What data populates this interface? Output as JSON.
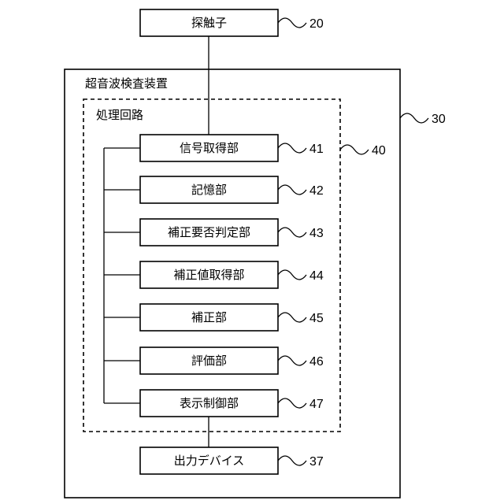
{
  "probe": {
    "label": "探触子",
    "ref": "20"
  },
  "device": {
    "title": "超音波検査装置",
    "ref": "30"
  },
  "circuit": {
    "title": "処理回路",
    "ref": "40"
  },
  "units": [
    {
      "label": "信号取得部",
      "ref": "41"
    },
    {
      "label": "記憶部",
      "ref": "42"
    },
    {
      "label": "補正要否判定部",
      "ref": "43"
    },
    {
      "label": "補正値取得部",
      "ref": "44"
    },
    {
      "label": "補正部",
      "ref": "45"
    },
    {
      "label": "評価部",
      "ref": "46"
    },
    {
      "label": "表示制御部",
      "ref": "47"
    }
  ],
  "output": {
    "label": "出力デバイス",
    "ref": "37"
  }
}
